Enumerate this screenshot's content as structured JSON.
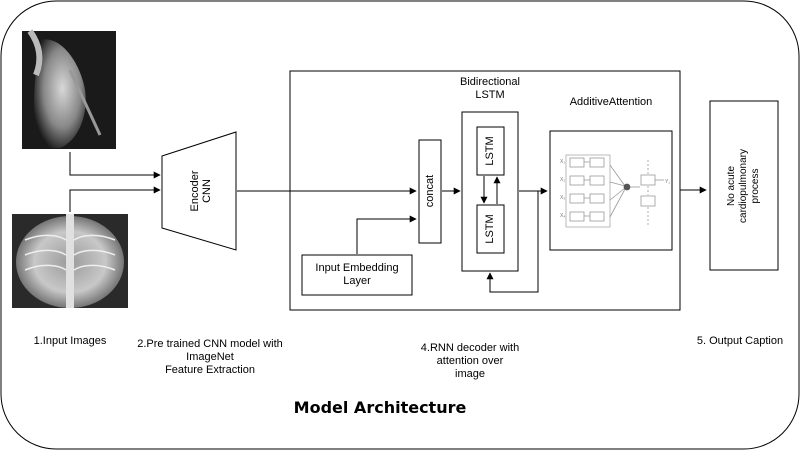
{
  "diagram": {
    "title": "Model Architecture",
    "encoder_label": "Encoder\nCNN",
    "bidirectional_label": "Bidirectional\nLSTM",
    "attention_label": "AdditiveAttention",
    "concat_label": "concat",
    "lstm_top_label": "LSTM",
    "lstm_bottom_label": "LSTM",
    "embedding_label": "Input Embedding\nLayer",
    "output_text": "No acute\ncardiopulmonary\nprocess",
    "steps": {
      "input": "1.Input Images",
      "cnn": "2.Pre trained CNN model with\nImageNet\nFeature Extraction",
      "rnn": "4.RNN decoder with\nattention over\nimage",
      "output": "5. Output Caption"
    }
  },
  "colors": {
    "stroke": "#000000",
    "xray_dark": "#1a1a1a",
    "xray_light": "#c8c8c8",
    "attention_gray": "#9a9a9a"
  }
}
